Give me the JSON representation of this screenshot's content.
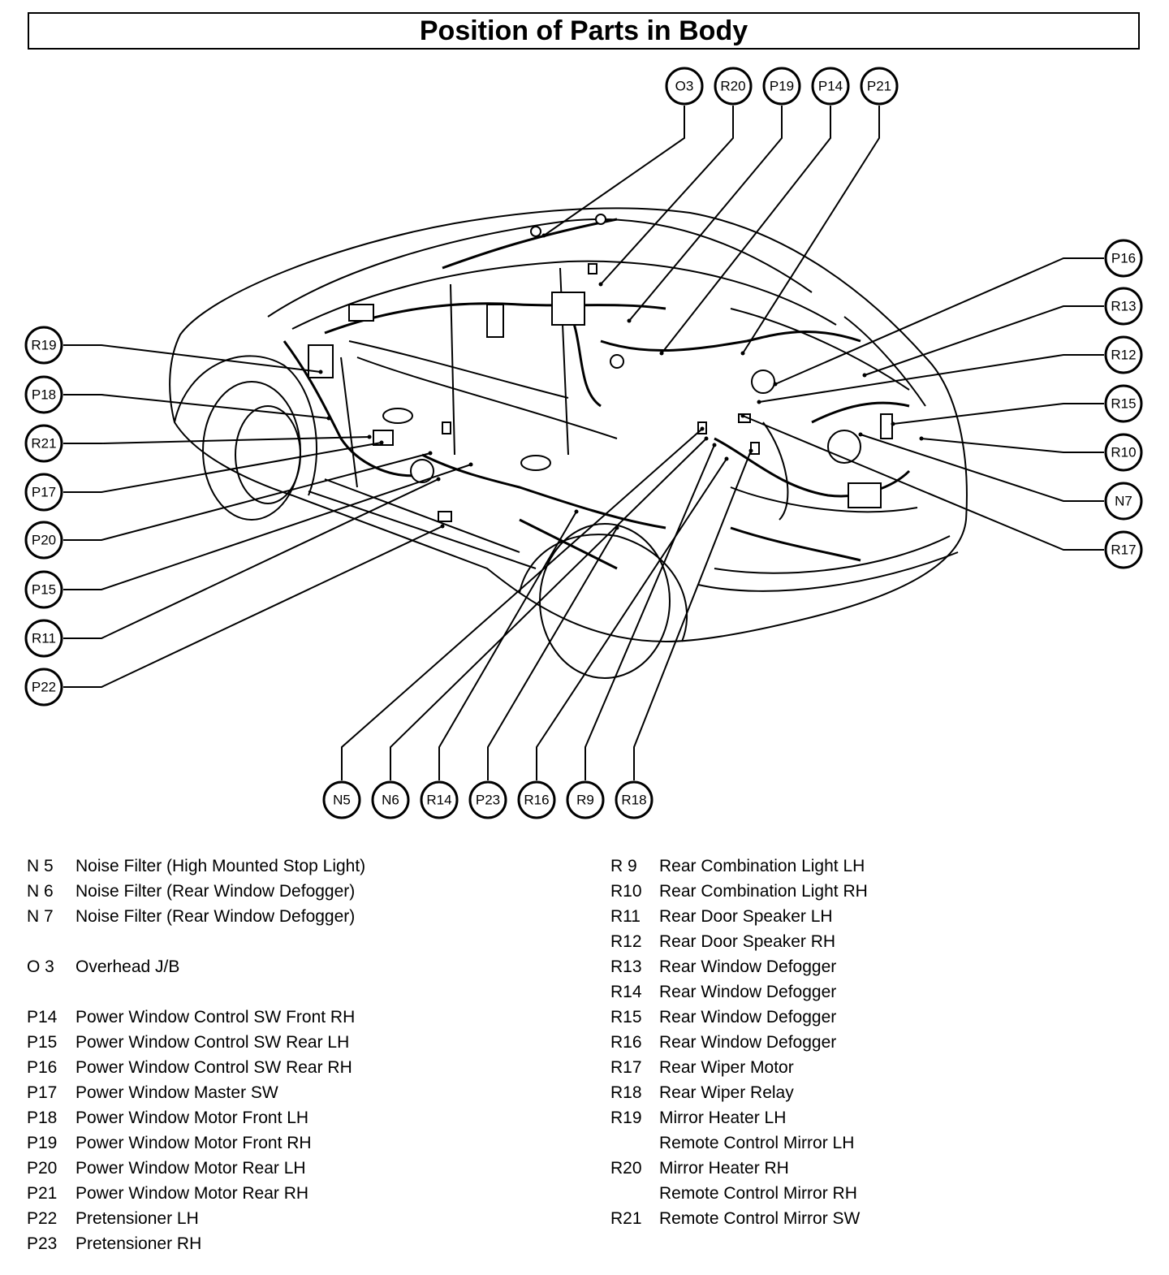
{
  "page_title": "Position of Parts in Body",
  "callouts": [
    {
      "id": "O3",
      "label": "O3"
    },
    {
      "id": "R20",
      "label": "R20"
    },
    {
      "id": "P19",
      "label": "P19"
    },
    {
      "id": "P14",
      "label": "P14"
    },
    {
      "id": "P21",
      "label": "P21"
    },
    {
      "id": "P16",
      "label": "P16"
    },
    {
      "id": "R13",
      "label": "R13"
    },
    {
      "id": "R12",
      "label": "R12"
    },
    {
      "id": "R15",
      "label": "R15"
    },
    {
      "id": "R10",
      "label": "R10"
    },
    {
      "id": "N7",
      "label": "N7"
    },
    {
      "id": "R17",
      "label": "R17"
    },
    {
      "id": "R19",
      "label": "R19"
    },
    {
      "id": "P18",
      "label": "P18"
    },
    {
      "id": "R21",
      "label": "R21"
    },
    {
      "id": "P17",
      "label": "P17"
    },
    {
      "id": "P20",
      "label": "P20"
    },
    {
      "id": "P15",
      "label": "P15"
    },
    {
      "id": "R11",
      "label": "R11"
    },
    {
      "id": "P22",
      "label": "P22"
    },
    {
      "id": "N5",
      "label": "N5"
    },
    {
      "id": "N6",
      "label": "N6"
    },
    {
      "id": "R14",
      "label": "R14"
    },
    {
      "id": "P23",
      "label": "P23"
    },
    {
      "id": "R16",
      "label": "R16"
    },
    {
      "id": "R9",
      "label": "R9"
    },
    {
      "id": "R18",
      "label": "R18"
    }
  ],
  "legend_left": [
    {
      "code": "N  5",
      "desc": "Noise Filter (High Mounted Stop Light)"
    },
    {
      "code": "N  6",
      "desc": "Noise Filter (Rear Window Defogger)"
    },
    {
      "code": "N  7",
      "desc": "Noise Filter (Rear Window Defogger)"
    },
    {
      "code": "",
      "desc": ""
    },
    {
      "code": "O  3",
      "desc": "Overhead J/B"
    },
    {
      "code": "",
      "desc": ""
    },
    {
      "code": "P14",
      "desc": "Power Window Control SW Front RH"
    },
    {
      "code": "P15",
      "desc": "Power Window Control SW Rear LH"
    },
    {
      "code": "P16",
      "desc": "Power Window Control SW Rear RH"
    },
    {
      "code": "P17",
      "desc": "Power Window Master SW"
    },
    {
      "code": "P18",
      "desc": "Power Window Motor Front LH"
    },
    {
      "code": "P19",
      "desc": "Power Window Motor Front RH"
    },
    {
      "code": "P20",
      "desc": "Power Window Motor Rear LH"
    },
    {
      "code": "P21",
      "desc": "Power Window Motor Rear RH"
    },
    {
      "code": "P22",
      "desc": "Pretensioner LH"
    },
    {
      "code": "P23",
      "desc": "Pretensioner RH"
    }
  ],
  "legend_right": [
    {
      "code": "R  9",
      "desc": "Rear Combination Light LH"
    },
    {
      "code": "R10",
      "desc": "Rear Combination Light RH"
    },
    {
      "code": "R11",
      "desc": "Rear Door Speaker LH"
    },
    {
      "code": "R12",
      "desc": "Rear Door Speaker RH"
    },
    {
      "code": "R13",
      "desc": "Rear Window Defogger"
    },
    {
      "code": "R14",
      "desc": "Rear Window Defogger"
    },
    {
      "code": "R15",
      "desc": "Rear Window Defogger"
    },
    {
      "code": "R16",
      "desc": "Rear Window Defogger"
    },
    {
      "code": "R17",
      "desc": "Rear Wiper Motor"
    },
    {
      "code": "R18",
      "desc": "Rear Wiper Relay"
    },
    {
      "code": "R19",
      "desc": "Mirror Heater LH"
    },
    {
      "code": "",
      "desc": "Remote Control Mirror LH"
    },
    {
      "code": "R20",
      "desc": "Mirror Heater RH"
    },
    {
      "code": "",
      "desc": "Remote Control Mirror RH"
    },
    {
      "code": "R21",
      "desc": "Remote Control Mirror SW"
    }
  ]
}
